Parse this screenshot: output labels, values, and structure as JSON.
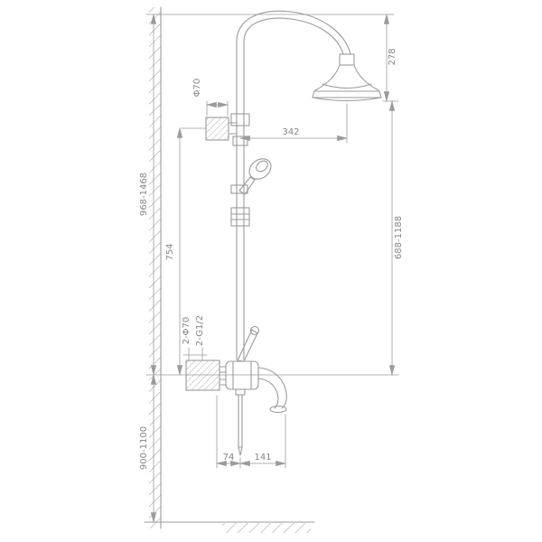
{
  "drawing": {
    "colors": {
      "line": "#9a9b9e",
      "text": "#85868a",
      "background": "#ffffff"
    },
    "dims": {
      "head_drop": "278",
      "head_reach": "342",
      "flange_dia": "Φ70",
      "column_total_range": "968-1468",
      "riser_fixed": "754",
      "riser_range": "688-1188",
      "inlet_escutcheons": "2-Φ70",
      "inlet_thread": "2-G1/2",
      "mixer_floor_range": "900-1100",
      "offset_small": "74",
      "offset_large": "141"
    }
  }
}
